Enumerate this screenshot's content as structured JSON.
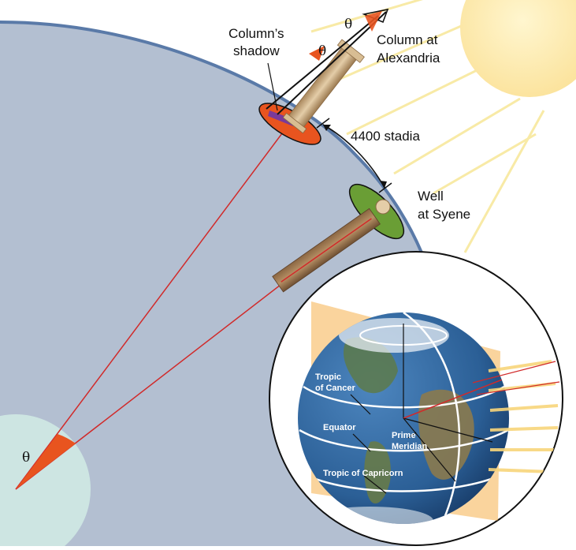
{
  "labels": {
    "column_shadow_line1": "Column’s",
    "column_shadow_line2": "shadow",
    "column_at_line1": "Column at",
    "column_at_line2": "Alexandria",
    "distance": "4400 stadia",
    "well_line1": "Well",
    "well_line2": "at Syene",
    "theta_top": "θ",
    "theta_mid": "θ",
    "theta_center": "θ"
  },
  "globe_labels": {
    "tropic_cancer_line1": "Tropic",
    "tropic_cancer_line2": "of Cancer",
    "equator": "Equator",
    "prime_line1": "Prime",
    "prime_line2": "Meridian",
    "tropic_capricorn": "Tropic of Capricorn"
  },
  "colors": {
    "earth": "#b3bfd1",
    "earth_edge": "#5a7aa8",
    "sun": "#fde9a6",
    "sun_rays": "#f8eaa6",
    "red_line": "#d12a2a",
    "orange_wedge": "#e8541f",
    "green_disc": "#6a9e35",
    "column": "#c9a77a",
    "core": "#cde5e2",
    "ocean": "#2d5f94",
    "plane": "#f5b14c"
  }
}
